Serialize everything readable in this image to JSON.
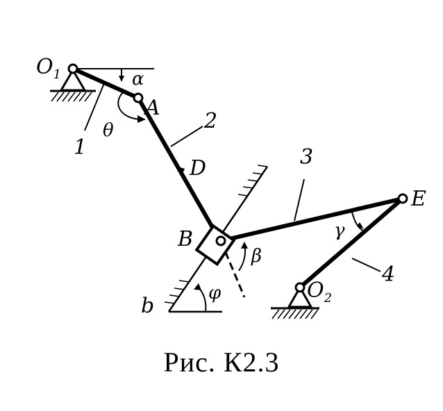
{
  "labels": {
    "o1_main": "O",
    "o1_sub": "1",
    "a_point": "A",
    "d_point": "D",
    "b_point": "B",
    "e_point": "E",
    "o2_main": "O",
    "o2_sub": "2",
    "b_lower": "b",
    "link_1": "1",
    "link_2": "2",
    "link_3": "3",
    "link_4": "4",
    "alpha": "α",
    "theta": "θ",
    "beta": "β",
    "phi": "φ",
    "gamma": "γ"
  },
  "caption": "Рис. К2.3"
}
